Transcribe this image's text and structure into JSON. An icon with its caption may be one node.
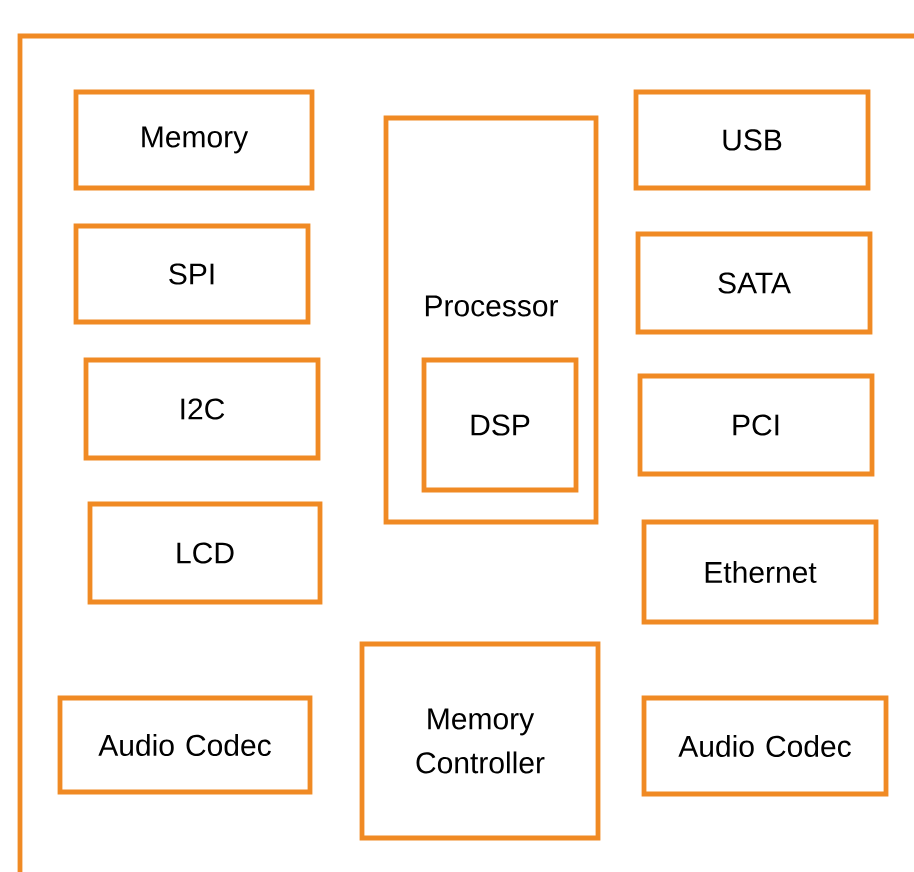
{
  "diagram": {
    "nodes": [
      {
        "text": [],
        "shape": "box"
      },
      {
        "text": [
          "Memory"
        ],
        "in": 0
      },
      {
        "text": [
          "Processor"
        ],
        "in": 0
      },
      {
        "text": [
          "DSP"
        ],
        "in": 2
      },
      {
        "text": [
          "USB"
        ],
        "in": 0
      },
      {
        "text": [
          "SPI"
        ],
        "in": 0
      },
      {
        "text": [
          "SATA"
        ],
        "in": 0
      },
      {
        "text": [
          "I2C"
        ],
        "in": 0
      },
      {
        "text": [
          "PCI"
        ],
        "in": 0
      },
      {
        "text": [
          "LCD"
        ],
        "in": 0
      },
      {
        "text": [
          "Ethernet"
        ],
        "in": 0
      },
      {
        "text": [
          "Audio Codec"
        ],
        "in": 0
      },
      {
        "text": [
          "Memory Controller"
        ],
        "in": 0
      },
      {
        "text": [
          "Audio Codec"
        ],
        "in": 0
      }
    ]
  }
}
